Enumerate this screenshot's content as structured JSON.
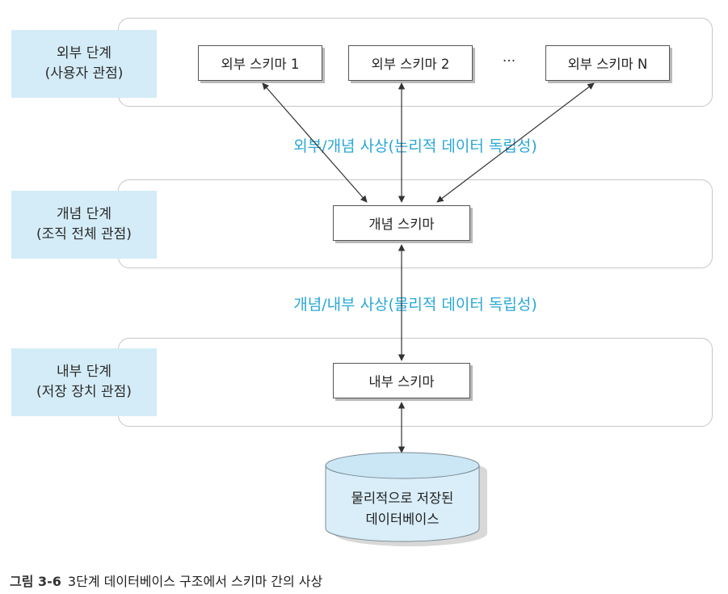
{
  "levels": {
    "external": {
      "title": "외부 단계",
      "subtitle": "(사용자 관점)"
    },
    "conceptual": {
      "title": "개념 단계",
      "subtitle": "(조직 전체 관점)"
    },
    "internal": {
      "title": "내부 단계",
      "subtitle": "(저장 장치 관점)"
    }
  },
  "external_schemas": [
    "외부 스키마 1",
    "외부 스키마 2",
    "외부 스키마 N"
  ],
  "ellipsis": "···",
  "conceptual_schema": "개념 스키마",
  "internal_schema": "내부 스키마",
  "mappings": {
    "external_conceptual": "외부/개념 사상(논리적 데이터 독립성)",
    "conceptual_internal": "개념/내부 사상(물리적 데이터 독립성)"
  },
  "database": {
    "line1": "물리적으로 저장된",
    "line2": "데이터베이스"
  },
  "caption": {
    "figure": "그림 3-6",
    "text": "3단계 데이터베이스 구조에서 스키마 간의 사상"
  },
  "colors": {
    "mapping_text": "#29a8d6",
    "level_label_bg": "#d4ecf7",
    "database_fill": "#d9eef8",
    "database_top": "#cbe6f4"
  }
}
